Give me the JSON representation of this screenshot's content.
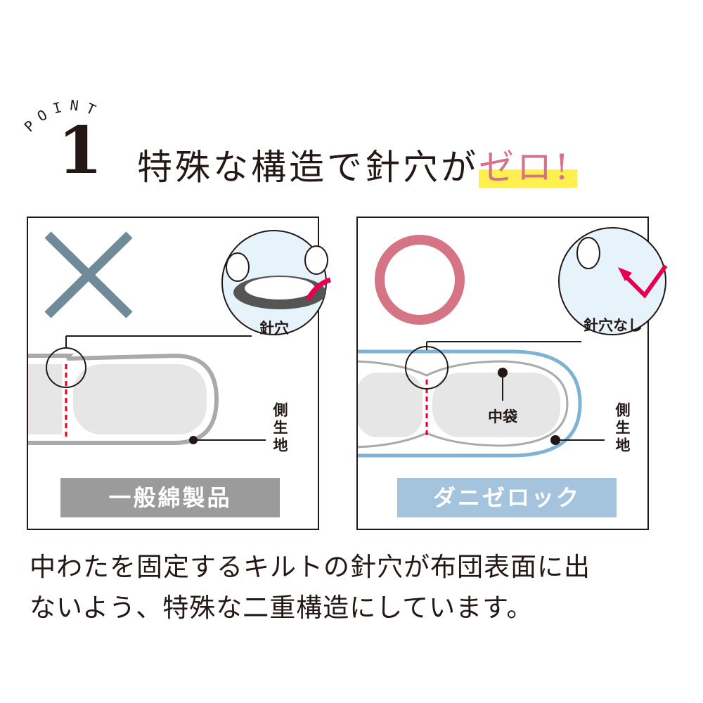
{
  "header": {
    "point_word": "POINT",
    "point_letters": [
      "P",
      "O",
      "I",
      "N",
      "T"
    ],
    "point_number": "1",
    "headline_main": "特殊な構造で針穴が",
    "headline_highlight": "ゼロ!"
  },
  "panels": [
    {
      "verdict_icon": "cross-mark",
      "bubble_label": "針穴",
      "side_label": "側生地",
      "product_label": "一般綿製品"
    },
    {
      "verdict_icon": "circle-mark",
      "bubble_label": "針穴なし",
      "inner_label": "中袋",
      "side_label": "側生地",
      "product_label": "ダニゼロック"
    }
  ],
  "description": {
    "line1": "中わたを固定するキルトの針穴が布団表面に出",
    "line2": "ないよう、特殊な二重構造にしています。"
  },
  "colors": {
    "cross": "#6f8a98",
    "circle": "#d57485",
    "highlight": "#fff04f",
    "accent_pink": "#d5728a",
    "gray_label": "#9b9b9b",
    "blue_label": "#a4c3dc",
    "stitch": "#e60020"
  }
}
